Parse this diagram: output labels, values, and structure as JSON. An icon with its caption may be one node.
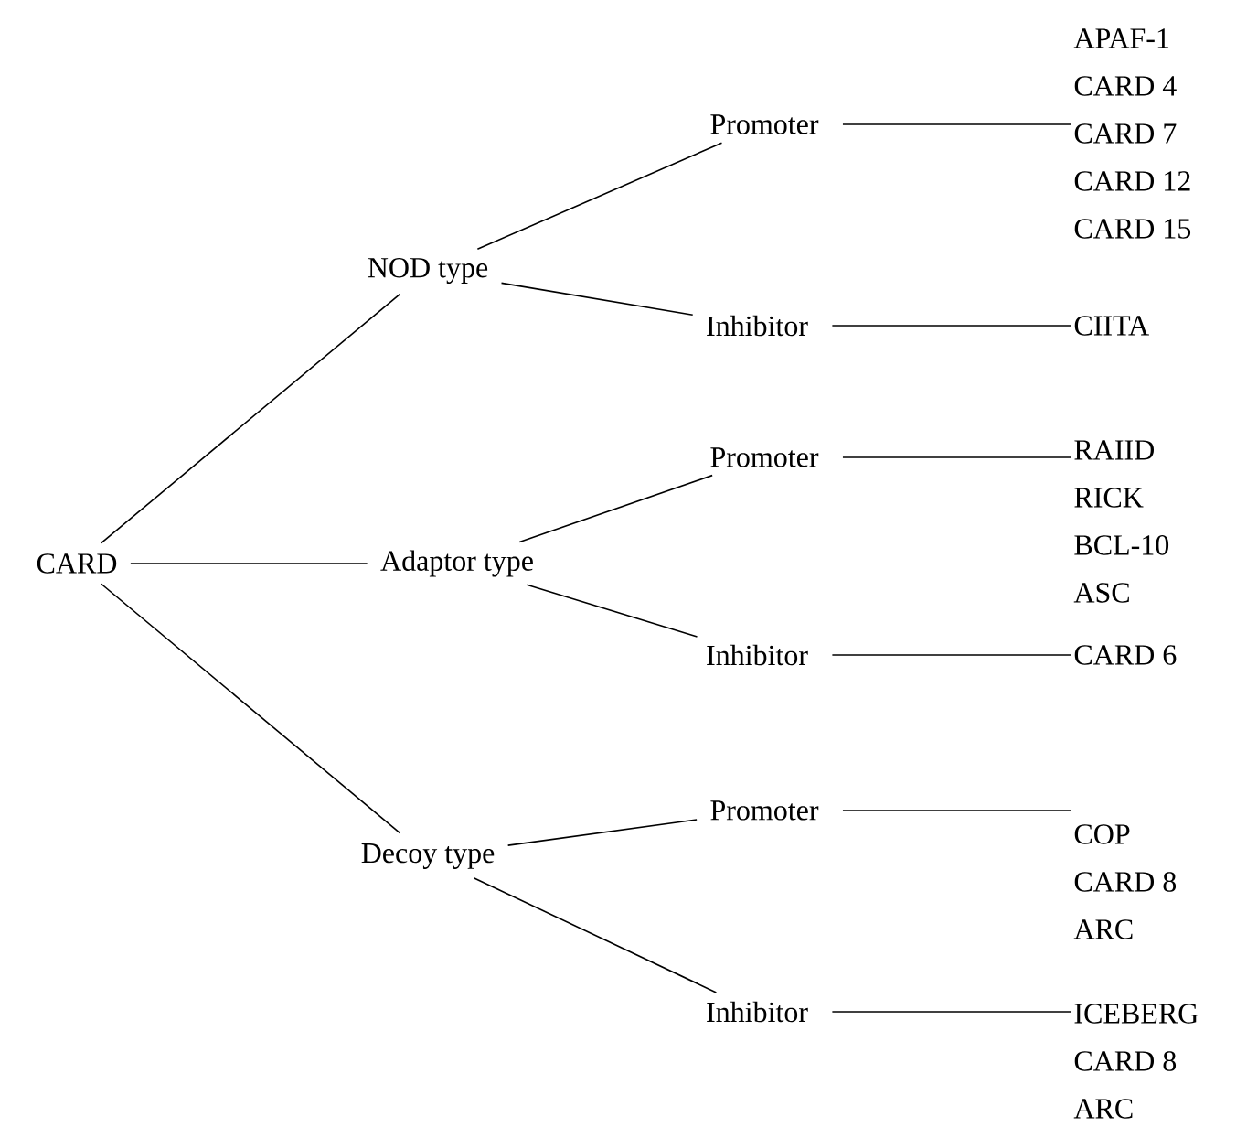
{
  "diagram": {
    "nodes": [
      {
        "text": [
          "CARD"
        ]
      },
      {
        "text": [
          "NOD type"
        ]
      },
      {
        "text": [
          "Promoter"
        ]
      },
      {
        "text": [
          "APAF-1",
          "CARD 4",
          "CARD 7",
          "CARD 12",
          "CARD 15"
        ]
      },
      {
        "text": [
          "Inhibitor"
        ]
      },
      {
        "text": [
          "CIITA"
        ]
      },
      {
        "text": [
          "Adaptor type"
        ]
      },
      {
        "text": [
          "Promoter"
        ]
      },
      {
        "text": [
          "RAIID",
          "RICK",
          "BCL-10",
          "ASC"
        ]
      },
      {
        "text": [
          "Inhibitor"
        ]
      },
      {
        "text": [
          "CARD 6"
        ]
      },
      {
        "text": [
          "Decoy type"
        ]
      },
      {
        "text": [
          "Promoter"
        ]
      },
      {
        "text": [
          "COP",
          "CARD 8",
          "ARC"
        ]
      },
      {
        "text": [
          "Inhibitor"
        ]
      },
      {
        "text": [
          "ICEBERG",
          "CARD 8",
          "ARC"
        ]
      }
    ],
    "edges": [
      {
        "from": 0,
        "to": 1,
        "arrow": "none"
      },
      {
        "from": 0,
        "to": 6,
        "arrow": "none"
      },
      {
        "from": 0,
        "to": 11,
        "arrow": "none"
      },
      {
        "from": 1,
        "to": 2,
        "arrow": "none"
      },
      {
        "from": 1,
        "to": 4,
        "arrow": "none"
      },
      {
        "from": 2,
        "to": 3,
        "arrow": "none"
      },
      {
        "from": 4,
        "to": 5,
        "arrow": "none"
      },
      {
        "from": 6,
        "to": 7,
        "arrow": "none"
      },
      {
        "from": 6,
        "to": 9,
        "arrow": "none"
      },
      {
        "from": 7,
        "to": 8,
        "arrow": "none"
      },
      {
        "from": 9,
        "to": 10,
        "arrow": "none"
      },
      {
        "from": 11,
        "to": 12,
        "arrow": "none"
      },
      {
        "from": 11,
        "to": 14,
        "arrow": "none"
      },
      {
        "from": 12,
        "to": 13,
        "arrow": "none"
      },
      {
        "from": 14,
        "to": 15,
        "arrow": "none"
      }
    ]
  }
}
